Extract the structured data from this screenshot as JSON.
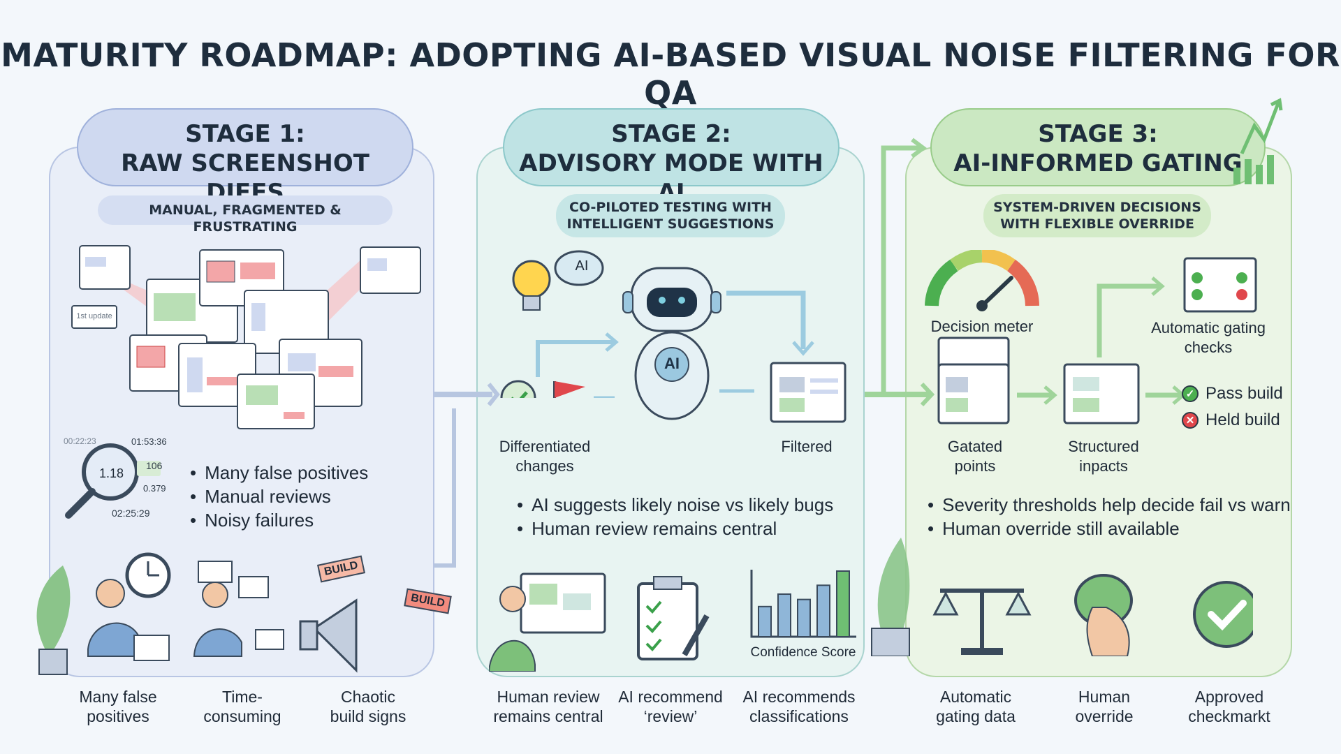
{
  "title": "MATURITY ROADMAP: ADOPTING AI-BASED VISUAL NOISE FILTERING FOR QA",
  "stage1": {
    "heading_line1": "STAGE 1:",
    "heading_line2": "RAW SCREENSHOT DIFFS",
    "subtitle": "MANUAL, FRAGMENTED & FRUSTRATING",
    "bullets": [
      "Many false positives",
      "Manual reviews",
      "Noisy failures"
    ],
    "sticky_label": "1st update",
    "timers": [
      "00:22:23",
      "01:53:36",
      "106",
      "0.379",
      "02:25:29",
      "1.18"
    ],
    "captions": [
      {
        "line1": "Many false",
        "line2": "positives"
      },
      {
        "line1": "Time-",
        "line2": "consuming"
      },
      {
        "line1": "Chaotic",
        "line2": "build signs"
      }
    ],
    "sign_text": "BUILD"
  },
  "stage2": {
    "heading_line1": "STAGE 2:",
    "heading_line2": "ADVISORY MODE WITH AI",
    "subtitle_line1": "CO-PILOTED TESTING WITH",
    "subtitle_line2": "INTELLIGENT SUGGESTIONS",
    "bubble": "AI",
    "robot_badge": "AI",
    "label_left_line1": "Differentiated",
    "label_left_line2": "changes",
    "label_right": "Filtered",
    "bullets": [
      "AI suggests likely noise vs likely bugs",
      "Human review remains central"
    ],
    "chart_label": "Confidence Score",
    "chart_values": [
      34,
      48,
      42,
      58,
      74
    ],
    "captions": [
      {
        "line1": "Human review",
        "line2": "remains central"
      },
      {
        "line1": "AI recommend",
        "line2": "‘review’"
      },
      {
        "line1": "AI recommends",
        "line2": "classifications"
      }
    ]
  },
  "stage3": {
    "heading_line1": "STAGE 3:",
    "heading_line2": "AI-INFORMED GATING",
    "subtitle_line1": "SYSTEM-DRIVEN DECISIONS",
    "subtitle_line2": "WITH FLEXIBLE OVERRIDE",
    "meter_label": "Decision meter",
    "gating_line1": "Automatic gating",
    "gating_line2": "checks",
    "label_a_line1": "Gatated",
    "label_a_line2": "points",
    "label_b_line1": "Structured",
    "label_b_line2": "inpacts",
    "legend_pass": "Pass build",
    "legend_held": "Held build",
    "bullets": [
      "Severity thresholds help decide fail vs warn",
      "Human override still available"
    ],
    "captions": [
      {
        "line1": "Automatic",
        "line2": "gating data"
      },
      {
        "line1": "Human",
        "line2": "override"
      },
      {
        "line1": "Approved",
        "line2": "checkmarkt"
      }
    ]
  },
  "colors": {
    "stage1": "#cfd9f0",
    "stage2": "#bfe3e4",
    "stage3": "#cbe8c2",
    "accent_green": "#4caf50",
    "accent_red": "#e0474c",
    "arrow": "#8fd18a"
  }
}
